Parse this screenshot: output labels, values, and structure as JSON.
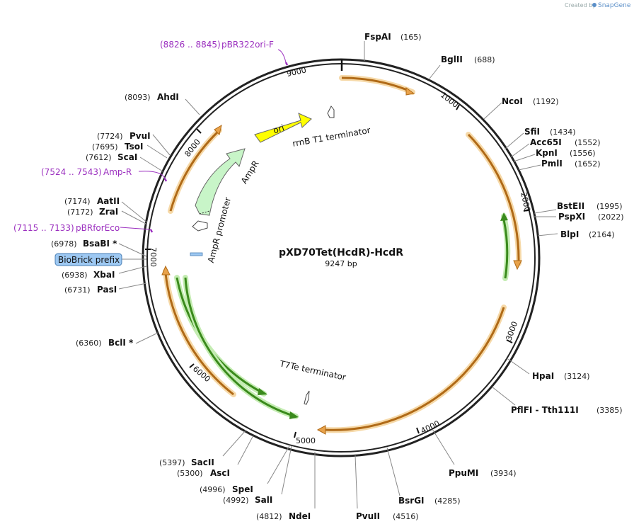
{
  "credit": {
    "prefix": "Created by",
    "brand": "SnapGene"
  },
  "plasmid": {
    "name": "pXD70Tet(HcdR)-HcdR",
    "length_label": "9247 bp",
    "length": 9247
  },
  "ticks": [
    "1000",
    "2000",
    "3000",
    "4000",
    "5000",
    "6000",
    "7000",
    "8000",
    "9000"
  ],
  "sites": [
    {
      "name": "FspAI",
      "pos": "(165)"
    },
    {
      "name": "BglII",
      "pos": "(688)"
    },
    {
      "name": "NcoI",
      "pos": "(1192)"
    },
    {
      "name": "SfiI",
      "pos": "(1434)"
    },
    {
      "name": "Acc65I",
      "pos": "(1552)"
    },
    {
      "name": "KpnI",
      "pos": "(1556)"
    },
    {
      "name": "PmlI",
      "pos": "(1652)"
    },
    {
      "name": "BstEII",
      "pos": "(1995)"
    },
    {
      "name": "PspXI",
      "pos": "(2022)"
    },
    {
      "name": "BlpI",
      "pos": "(2164)"
    },
    {
      "name": "HpaI",
      "pos": "(3124)"
    },
    {
      "name": "PflFI - Tth111I",
      "pos": "(3385)"
    },
    {
      "name": "PpuMI",
      "pos": "(3934)"
    },
    {
      "name": "BsrGI",
      "pos": "(4285)"
    },
    {
      "name": "PvuII",
      "pos": "(4516)"
    },
    {
      "name": "NdeI",
      "pos": "(4812)"
    },
    {
      "name": "SalI",
      "pos": "(4992)"
    },
    {
      "name": "SpeI",
      "pos": "(4996)"
    },
    {
      "name": "AscI",
      "pos": "(5300)"
    },
    {
      "name": "SacII",
      "pos": "(5397)"
    },
    {
      "name": "BclI *",
      "pos": "(6360)"
    },
    {
      "name": "PasI",
      "pos": "(6731)"
    },
    {
      "name": "XbaI",
      "pos": "(6938)"
    },
    {
      "name": "BsaBI *",
      "pos": "(6978)"
    },
    {
      "name": "ZraI",
      "pos": "(7172)"
    },
    {
      "name": "AatII",
      "pos": "(7174)"
    },
    {
      "name": "ScaI",
      "pos": "(7612)"
    },
    {
      "name": "TsoI",
      "pos": "(7695)"
    },
    {
      "name": "PvuI",
      "pos": "(7724)"
    },
    {
      "name": "AhdI",
      "pos": "(8093)"
    }
  ],
  "primers": [
    {
      "range": "(8826 .. 8845)",
      "name": "pBR322ori-F"
    },
    {
      "range": "(7524 .. 7543)",
      "name": "Amp-R"
    },
    {
      "range": "(7115 .. 7133)",
      "name": "pBRforEco"
    }
  ],
  "features": {
    "ori": "ori",
    "ampr": "AmpR",
    "ampr_promoter": "AmpR promoter",
    "rrnb": "rrnB T1 terminator",
    "t7te": "T7Te terminator",
    "biobrick": "BioBrick prefix"
  },
  "colors": {
    "backbone": "#222222",
    "orf_fill": "#e8a24a",
    "orf_glow": "#f6d9a8",
    "gene_fill": "#3a8a1c",
    "gene_glow": "#c4ecb2",
    "ori_fill": "#ffff00",
    "ampr_fill": "#c8f5c8",
    "primer": "#9b2fbf",
    "biobrick": "#9dc8f2"
  }
}
